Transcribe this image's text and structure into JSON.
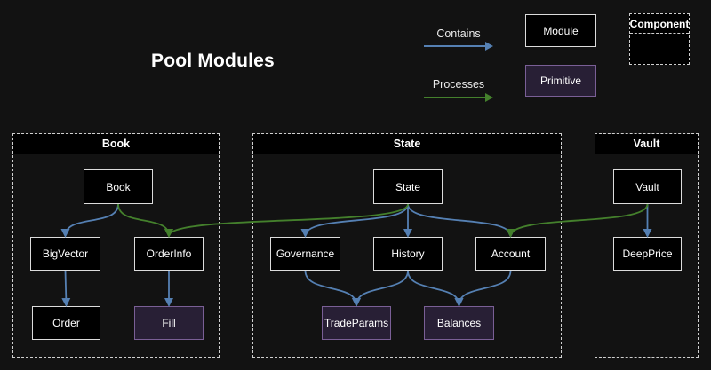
{
  "title": "Pool Modules",
  "legend": {
    "contains_label": "Contains",
    "processes_label": "Processes",
    "module_label": "Module",
    "primitive_label": "Primitive",
    "component_label": "Component"
  },
  "colors": {
    "contains": "#5580b3",
    "processes": "#44802c",
    "module_fill": "#000000",
    "module_border": "#dcdcdc",
    "primitive_fill": "#281f35",
    "primitive_border": "#7a5f96"
  },
  "containers": {
    "book": {
      "label": "Book",
      "nodes": {
        "book": {
          "label": "Book",
          "kind": "module"
        },
        "bigvector": {
          "label": "BigVector",
          "kind": "module"
        },
        "orderinfo": {
          "label": "OrderInfo",
          "kind": "module"
        },
        "order": {
          "label": "Order",
          "kind": "module"
        },
        "fill": {
          "label": "Fill",
          "kind": "primitive"
        }
      }
    },
    "state": {
      "label": "State",
      "nodes": {
        "state": {
          "label": "State",
          "kind": "module"
        },
        "governance": {
          "label": "Governance",
          "kind": "module"
        },
        "history": {
          "label": "History",
          "kind": "module"
        },
        "account": {
          "label": "Account",
          "kind": "module"
        },
        "tradeparams": {
          "label": "TradeParams",
          "kind": "primitive"
        },
        "balances": {
          "label": "Balances",
          "kind": "primitive"
        }
      }
    },
    "vault": {
      "label": "Vault",
      "nodes": {
        "vault": {
          "label": "Vault",
          "kind": "module"
        },
        "deepprice": {
          "label": "DeepPrice",
          "kind": "module"
        }
      }
    }
  },
  "edges": [
    {
      "from": "book",
      "to": "bigvector",
      "type": "contains"
    },
    {
      "from": "bigvector",
      "to": "order",
      "type": "contains"
    },
    {
      "from": "orderinfo",
      "to": "fill",
      "type": "contains"
    },
    {
      "from": "state",
      "to": "governance",
      "type": "contains"
    },
    {
      "from": "state",
      "to": "history",
      "type": "contains"
    },
    {
      "from": "state",
      "to": "account",
      "type": "contains"
    },
    {
      "from": "governance",
      "to": "tradeparams",
      "type": "contains"
    },
    {
      "from": "history",
      "to": "tradeparams",
      "type": "contains"
    },
    {
      "from": "history",
      "to": "balances",
      "type": "contains"
    },
    {
      "from": "account",
      "to": "balances",
      "type": "contains"
    },
    {
      "from": "vault",
      "to": "deepprice",
      "type": "contains"
    },
    {
      "from": "book",
      "to": "orderinfo",
      "type": "processes"
    },
    {
      "from": "state",
      "to": "orderinfo",
      "type": "processes"
    },
    {
      "from": "vault",
      "to": "account",
      "type": "processes"
    }
  ]
}
